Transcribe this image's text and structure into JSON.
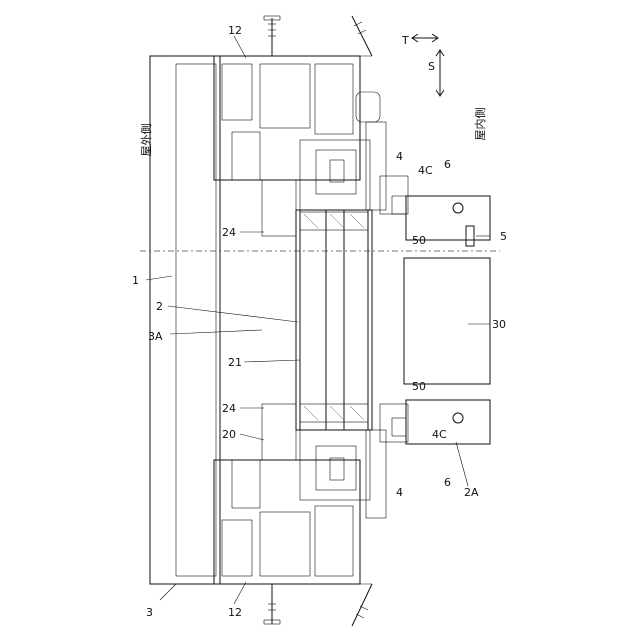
{
  "labels": {
    "n12_top": "12",
    "n12_bottom": "12",
    "n4_top": "4",
    "n4_bottom": "4",
    "n4C_top": "4C",
    "n4C_bottom": "4C",
    "n6_top": "6",
    "n6_bottom": "6",
    "n50_top": "50",
    "n50_bottom": "50",
    "n5": "5",
    "n24_top": "24",
    "n24_bottom": "24",
    "n1": "1",
    "n2": "2",
    "n3A": "3A",
    "n21": "21",
    "n30": "30",
    "n20": "20",
    "n2A": "2A",
    "n3": "3",
    "T": "T",
    "S": "S",
    "outdoor": "屋外側",
    "indoor": "屋内側"
  }
}
